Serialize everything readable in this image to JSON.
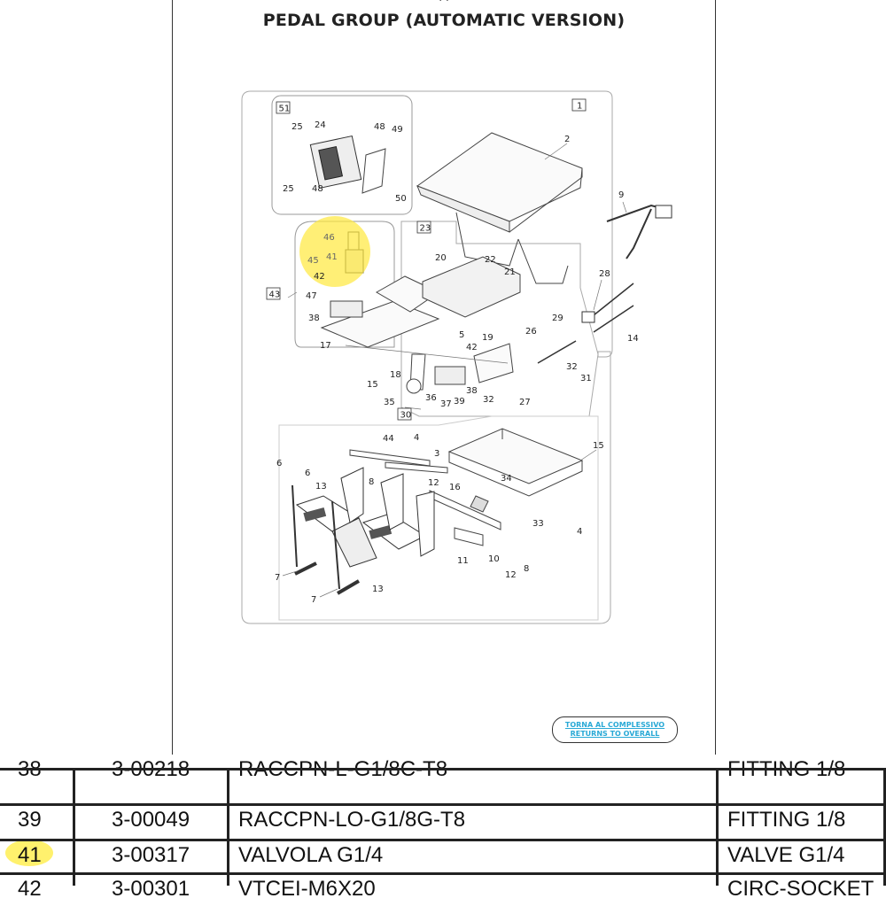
{
  "document": {
    "title_partial": "(                                   )",
    "title": "PEDAL GROUP (AUTOMATIC VERSION)"
  },
  "callouts": {
    "box_51": "51",
    "box_1": "1",
    "box_23": "23",
    "box_43": "43",
    "box_30": "30",
    "n2": "2",
    "n9": "9",
    "n24": "24",
    "n25a": "25",
    "n25b": "25",
    "n48a": "48",
    "n48b": "48",
    "n49": "49",
    "n50": "50",
    "n46": "46",
    "n41": "41",
    "n45": "45",
    "n42a": "42",
    "n47": "47",
    "n38a": "38",
    "n17": "17",
    "n20": "20",
    "n22": "22",
    "n21": "21",
    "n5": "5",
    "n19": "19",
    "n42b": "42",
    "n18": "18",
    "n15a": "15",
    "n35": "35",
    "n36": "36",
    "n37": "37",
    "n39": "39",
    "n38b": "38",
    "n32a": "32",
    "n26": "26",
    "n27": "27",
    "n28": "28",
    "n14": "14",
    "n29": "29",
    "n32b": "32",
    "n31": "31",
    "n44": "44",
    "n4a": "4",
    "n3": "3",
    "n6a": "6",
    "n6b": "6",
    "n15b": "15",
    "n8a": "8",
    "n12a": "12",
    "n13a": "13",
    "n16": "16",
    "n34": "34",
    "n33": "33",
    "n4b": "4",
    "n11": "11",
    "n10": "10",
    "n12b": "12",
    "n8b": "8",
    "n7a": "7",
    "n7b": "7",
    "n13b": "13"
  },
  "back_link": {
    "line1": "TORNA AL COMPLESSIVO",
    "line2": "RETURNS TO OVERALL"
  },
  "parts_table": {
    "rows": [
      {
        "ref": "38",
        "code": "3-00218",
        "description": "RACCPN-L-G1/8C-T8",
        "english": "FITTING 1/8"
      },
      {
        "ref": "39",
        "code": "3-00049",
        "description": "RACCPN-LO-G1/8G-T8",
        "english": "FITTING 1/8"
      },
      {
        "ref": "41",
        "code": "3-00317",
        "description": "VALVOLA G1/4",
        "english": "VALVE G1/4"
      },
      {
        "ref": "42",
        "code": "3-00301",
        "description": "VTCEI-M6X20",
        "english": "CIRC-SOCKET"
      }
    ]
  },
  "highlight_color": "#ffe83c"
}
